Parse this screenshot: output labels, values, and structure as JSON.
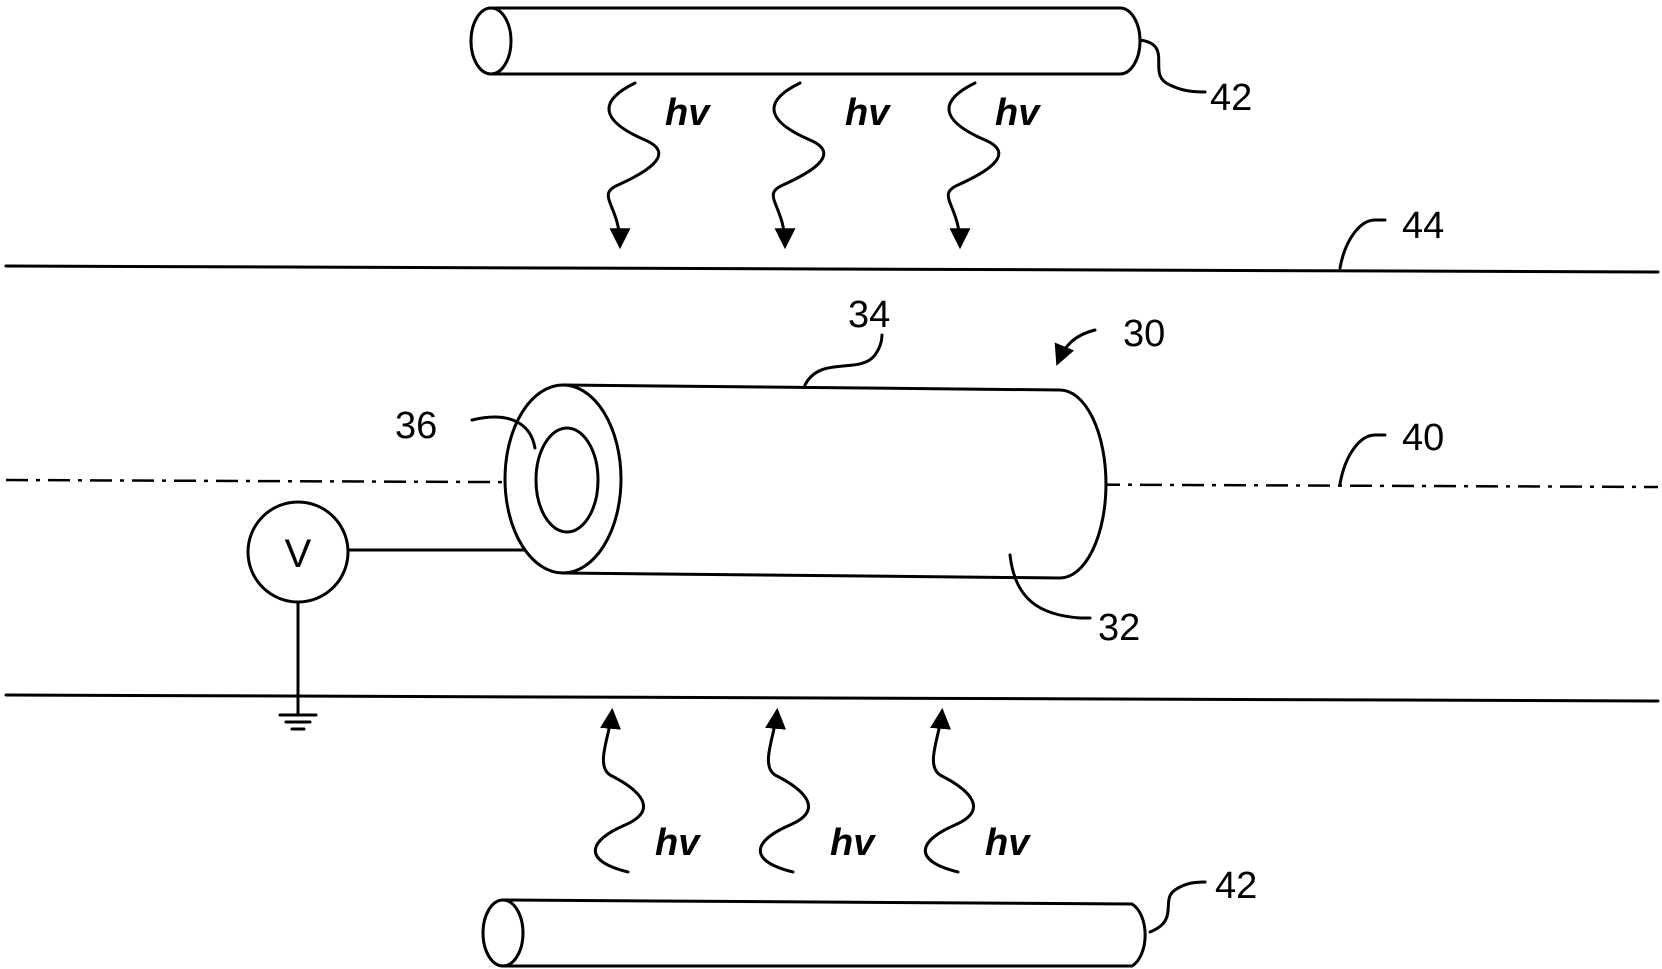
{
  "labels": {
    "lamp_top": "42",
    "lamp_bottom": "42",
    "wall": "44",
    "assembly": "30",
    "outer_layer": "34",
    "inner_bore": "36",
    "axis": "40",
    "body": "32"
  },
  "photon_label": "hv",
  "voltage_label": "V"
}
